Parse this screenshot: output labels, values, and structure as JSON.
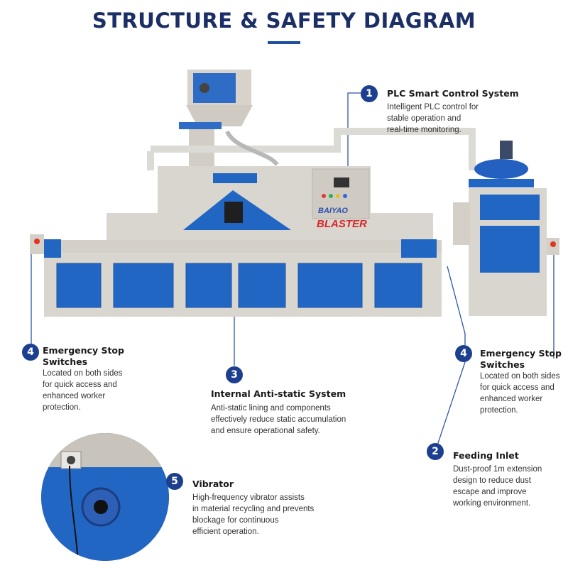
{
  "title": "STRUCTURE & SAFETY DIAGRAM",
  "machine": {
    "brand_top": "BAIYAO",
    "brand_bottom": "BLASTER"
  },
  "annotations": [
    {
      "number": "1",
      "title": "PLC Smart Control System",
      "desc_lines": [
        "Intelligent PLC control for",
        "stable operation and",
        "real-time monitoring."
      ]
    },
    {
      "number": "4",
      "title_lines": [
        "Emergency Stop",
        "Switches"
      ],
      "desc_lines": [
        "Located on both sides",
        "for quick access and",
        "enhanced worker",
        "protection."
      ]
    },
    {
      "number": "4",
      "title_lines": [
        "Emergency Stop",
        "Switches"
      ],
      "desc_lines": [
        "Located on both sides",
        "for quick access and",
        "enhanced worker",
        "protection."
      ]
    },
    {
      "number": "3",
      "title": "Internal Anti-static System",
      "desc_lines": [
        "Anti-static lining and components",
        "effectively reduce static accumulation",
        "and ensure operational safety."
      ]
    },
    {
      "number": "2",
      "title": "Feeding Inlet",
      "desc_lines": [
        "Dust-proof 1m extension",
        "design to reduce dust",
        "escape and improve",
        "working environment."
      ]
    },
    {
      "number": "5",
      "title": "Vibrator",
      "desc_lines": [
        "High-frequency vibrator assists",
        "in material recycling and prevents",
        "blockage for continuous",
        "efficient operation."
      ]
    }
  ],
  "colors": {
    "title": "#1b2f66",
    "badge": "#1d3f8f",
    "machine_body": "#d9d6cf",
    "panel_blue": "#2266c4",
    "leader": "#2b56a8"
  }
}
